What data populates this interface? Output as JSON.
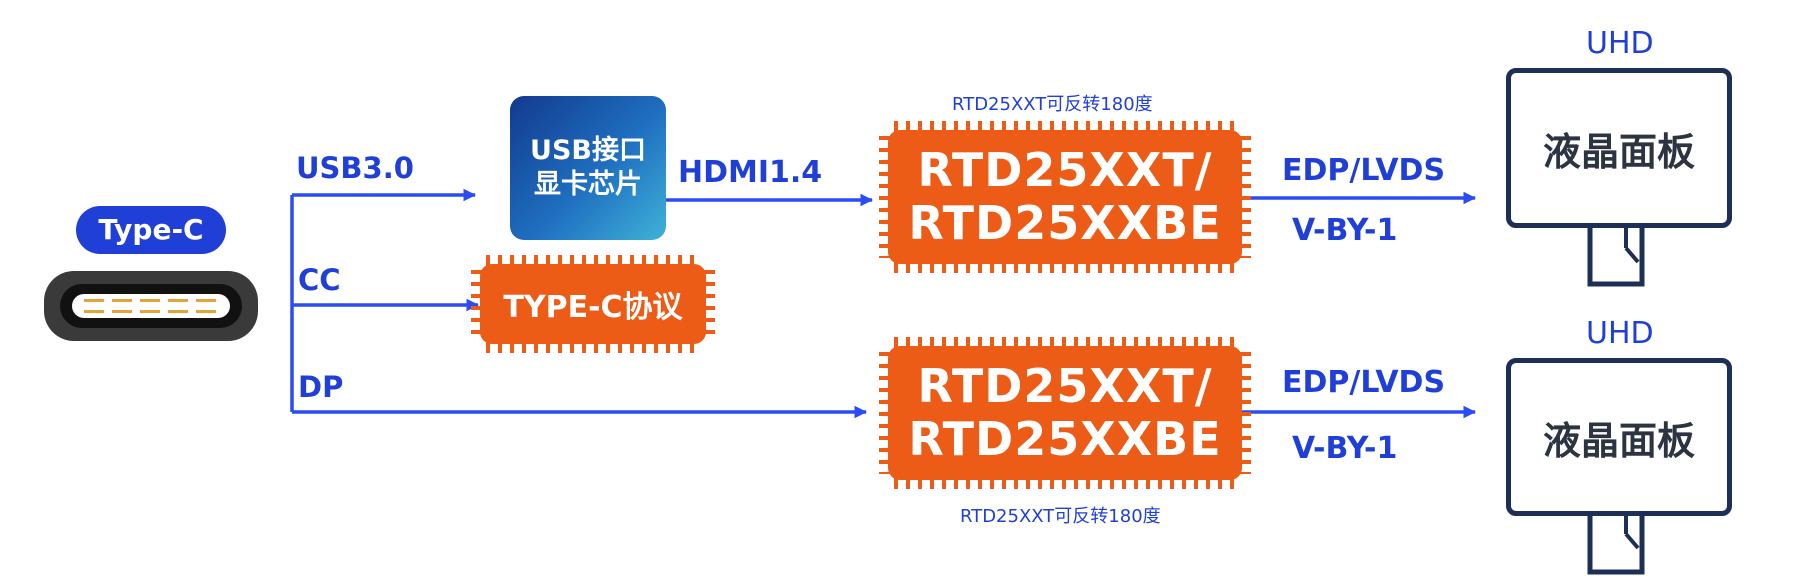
{
  "colors": {
    "wire_blue": "#2a4cf2",
    "chip_orange": "#ec5c17",
    "label_blue": "#1f3fd6",
    "monitor_dark": "#1e2f56",
    "connector_dark": "#3a3a3a",
    "contact_gold": "#e3a33d"
  },
  "source": {
    "label": "Type-C",
    "icon": "usb-c-port-icon"
  },
  "links": {
    "usb": "USB3.0",
    "cc": "CC",
    "dp": "DP",
    "hdmi": "HDMI1.4",
    "out_top_1": "EDP/LVDS",
    "out_top_2": "V-BY-1",
    "out_bottom_1": "EDP/LVDS",
    "out_bottom_2": "V-BY-1"
  },
  "usb_chip": {
    "line1": "USB接口",
    "line2": "显卡芯片"
  },
  "typec_chip": {
    "label": "TYPE-C协议"
  },
  "scaler_top": {
    "line1": "RTD25XXT/",
    "line2": "RTD25XXBE",
    "note": "RTD25XXT可反转180度"
  },
  "scaler_bottom": {
    "line1": "RTD25XXT/",
    "line2": "RTD25XXBE",
    "note": "RTD25XXT可反转180度"
  },
  "display_top": {
    "tag": "UHD",
    "label": "液晶面板",
    "icon": "monitor-icon"
  },
  "display_bottom": {
    "tag": "UHD",
    "label": "液晶面板",
    "icon": "monitor-icon"
  }
}
